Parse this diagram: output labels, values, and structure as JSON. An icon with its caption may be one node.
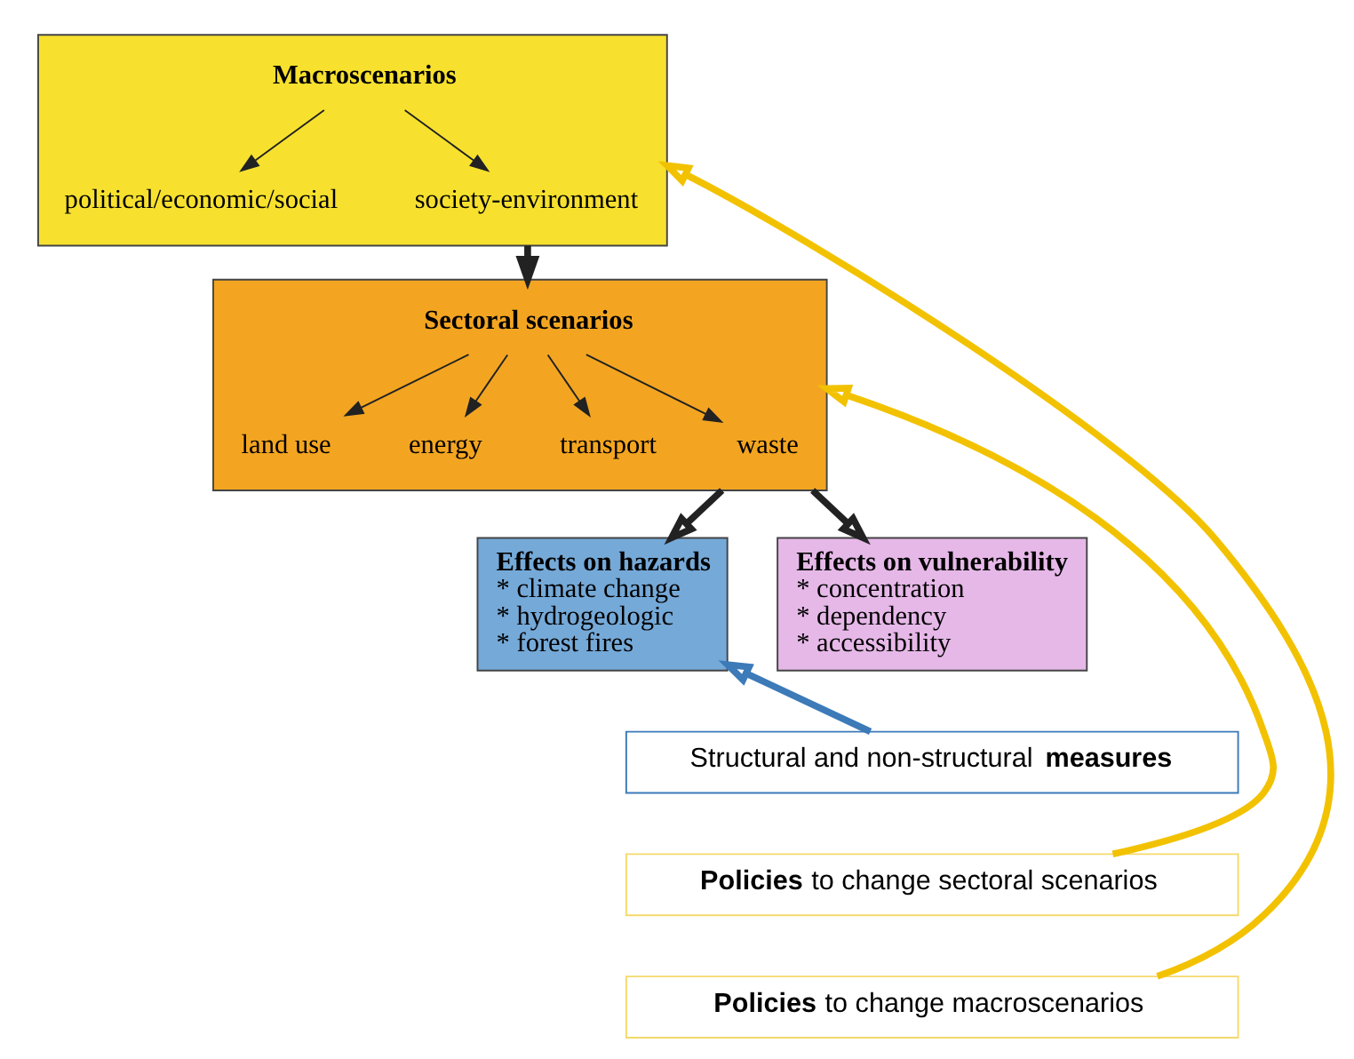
{
  "diagram": {
    "nodes": [
      {
        "text": [],
        "shape": "box"
      },
      {
        "text": [
          "Macroscenarios"
        ],
        "in": 0
      },
      {
        "text": [
          "political/economic/social"
        ],
        "in": 0
      },
      {
        "text": [
          "society-environment"
        ],
        "in": 0
      },
      {
        "text": [],
        "shape": "box"
      },
      {
        "text": [
          "Sectoral scenarios"
        ],
        "in": 4
      },
      {
        "text": [
          "land use"
        ],
        "in": 4
      },
      {
        "text": [
          "energy"
        ],
        "in": 4
      },
      {
        "text": [
          "transport"
        ],
        "in": 4
      },
      {
        "text": [
          "waste"
        ],
        "in": 4
      },
      {
        "text": [
          "Effects on hazards",
          "* climate change",
          "* hydrogeologic",
          "* forest fires"
        ]
      },
      {
        "text": [
          "Effects on vulnerability",
          "* concentration",
          "* dependency",
          "* accessibility"
        ]
      },
      {
        "text": [
          "Structural and non-structural **measures**"
        ]
      },
      {
        "text": [
          "**Policies** to change sectoral scenarios"
        ]
      },
      {
        "text": [
          "**Policies** to change macroscenarios"
        ]
      }
    ],
    "edges": [
      {
        "from": 1,
        "to": 2,
        "arrow": "to"
      },
      {
        "from": 1,
        "to": 3,
        "arrow": "to"
      },
      {
        "from": 0,
        "to": 4,
        "arrow": "to",
        "style": "thick"
      },
      {
        "from": 5,
        "to": 6,
        "arrow": "to"
      },
      {
        "from": 5,
        "to": 7,
        "arrow": "to"
      },
      {
        "from": 5,
        "to": 8,
        "arrow": "to"
      },
      {
        "from": 5,
        "to": 9,
        "arrow": "to"
      },
      {
        "from": 4,
        "to": 10,
        "arrow": "to",
        "style": "thick"
      },
      {
        "from": 4,
        "to": 11,
        "arrow": "to",
        "style": "thick"
      },
      {
        "from": 12,
        "to": 10,
        "arrow": "to",
        "style": "thick",
        "color": "#3c7ab8"
      },
      {
        "from": 13,
        "to": 4,
        "arrow": "to",
        "style": "thick",
        "color": "#f2c200"
      },
      {
        "from": 14,
        "to": 0,
        "arrow": "to",
        "style": "thick",
        "color": "#f2c200"
      }
    ]
  }
}
